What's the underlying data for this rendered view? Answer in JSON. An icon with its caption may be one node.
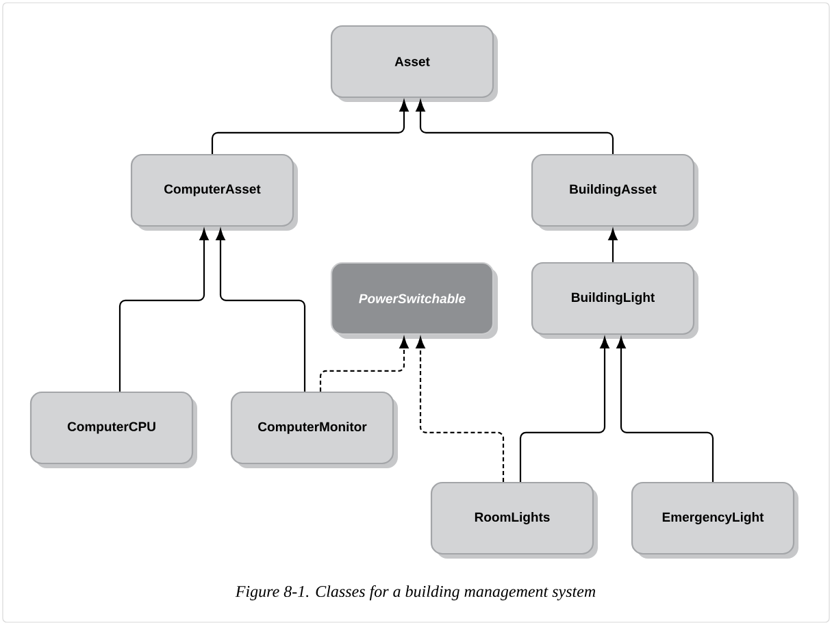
{
  "diagram": {
    "caption": "Figure 8-1. Classes for a building management system",
    "nodes": [
      {
        "text": [
          "Asset"
        ]
      },
      {
        "text": [
          "ComputerAsset"
        ]
      },
      {
        "text": [
          "BuildingAsset"
        ]
      },
      {
        "text": [
          "PowerSwitchable"
        ]
      },
      {
        "text": [
          "BuildingLight"
        ]
      },
      {
        "text": [
          "ComputerCPU"
        ]
      },
      {
        "text": [
          "ComputerMonitor"
        ]
      },
      {
        "text": [
          "RoomLights"
        ]
      },
      {
        "text": [
          "EmergencyLight"
        ]
      }
    ],
    "edges": [
      {
        "from": 1,
        "to": 0,
        "arrow": "to"
      },
      {
        "from": 2,
        "to": 0,
        "arrow": "to"
      },
      {
        "from": 5,
        "to": 1,
        "arrow": "to"
      },
      {
        "from": 6,
        "to": 1,
        "arrow": "to"
      },
      {
        "from": 6,
        "to": 3,
        "arrow": "to",
        "style": "dashed"
      },
      {
        "from": 7,
        "to": 3,
        "arrow": "to",
        "style": "dashed"
      },
      {
        "from": 4,
        "to": 2,
        "arrow": "to"
      },
      {
        "from": 7,
        "to": 4,
        "arrow": "to"
      },
      {
        "from": 8,
        "to": 4,
        "arrow": "to"
      }
    ]
  }
}
